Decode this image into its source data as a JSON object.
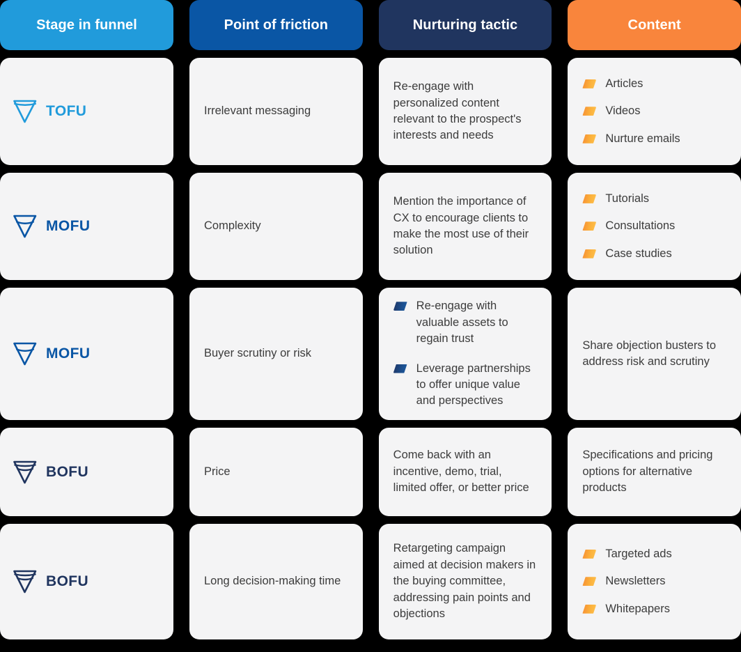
{
  "headers": [
    {
      "label": "Stage in funnel",
      "color": "#219BDB"
    },
    {
      "label": "Point of friction",
      "color": "#0A56A5"
    },
    {
      "label": "Nurturing tactic",
      "color": "#20355F"
    },
    {
      "label": "Content",
      "color": "#F9853C"
    }
  ],
  "palette": {
    "tofu": "#219BDB",
    "mofu": "#0A56A5",
    "bofu": "#20355F",
    "card_bg": "#F4F4F5",
    "text": "#3C3C3C",
    "page_bg": "#000000",
    "bullet_orange": "#FBB03B",
    "bullet_blue": "#1C5AA0"
  },
  "rows": [
    {
      "stage": {
        "label": "TOFU",
        "icon": "funnel-icon",
        "level": 1,
        "color": "#219BDB"
      },
      "friction": "Irrelevant messaging",
      "tactic": {
        "kind": "text",
        "text": "Re-engage with personalized content relevant to the prospect's interests and needs"
      },
      "content": {
        "kind": "list",
        "items": [
          "Articles",
          "Videos",
          "Nurture emails"
        ]
      }
    },
    {
      "stage": {
        "label": "MOFU",
        "icon": "funnel-icon",
        "level": 2,
        "color": "#0A56A5"
      },
      "friction": "Complexity",
      "tactic": {
        "kind": "text",
        "text": "Mention the importance of CX to encourage clients to make the most use of their solution"
      },
      "content": {
        "kind": "list",
        "items": [
          "Tutorials",
          "Consultations",
          "Case studies"
        ]
      }
    },
    {
      "stage": {
        "label": "MOFU",
        "icon": "funnel-icon",
        "level": 2,
        "color": "#0A56A5"
      },
      "friction": "Buyer scrutiny or risk",
      "tactic": {
        "kind": "list",
        "items": [
          "Re-engage with valuable assets to regain trust",
          "Leverage  partnerships to offer unique value and perspectives"
        ]
      },
      "content": {
        "kind": "text",
        "text": "Share objection busters to address risk and scrutiny"
      }
    },
    {
      "stage": {
        "label": "BOFU",
        "icon": "funnel-icon",
        "level": 3,
        "color": "#20355F"
      },
      "friction": "Price",
      "tactic": {
        "kind": "text",
        "text": "Come back with an incentive, demo, trial, limited offer, or better price"
      },
      "content": {
        "kind": "text",
        "text": "Specifications and pricing options for alternative products"
      }
    },
    {
      "stage": {
        "label": "BOFU",
        "icon": "funnel-icon",
        "level": 3,
        "color": "#20355F"
      },
      "friction": "Long decision-making time",
      "tactic": {
        "kind": "text",
        "text": "Retargeting campaign aimed at decision makers in the buying committee, addressing pain points and objections"
      },
      "content": {
        "kind": "list",
        "items": [
          "Targeted ads",
          "Newsletters",
          "Whitepapers"
        ]
      }
    }
  ]
}
